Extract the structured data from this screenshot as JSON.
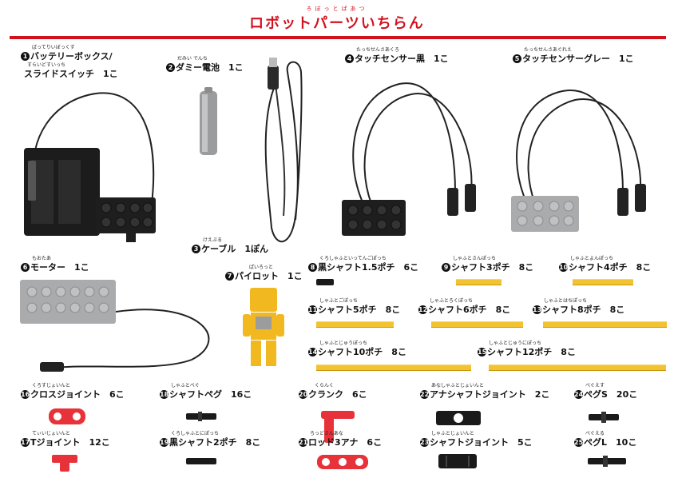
{
  "header": {
    "title_ruby": "ろぼっとぱあつ",
    "title": "ロボットパーツいちらん"
  },
  "colors": {
    "accent_red": "#d4121e",
    "shaft_yellow": "#f2c230",
    "lego_black": "#1e1e1e",
    "lego_gray": "#a9abad"
  },
  "parts": [
    {
      "num": "1",
      "ruby": "ばってりいぼっくす",
      "label": "バッテリーボックス/",
      "ruby2": "すらいどすいっち",
      "label2": "スライドスイッチ　1こ"
    },
    {
      "num": "2",
      "ruby": "だみい でんち",
      "label": "ダミー電池　1こ"
    },
    {
      "num": "3",
      "ruby": "けえぶる",
      "label": "ケーブル　1ぽん"
    },
    {
      "num": "4",
      "ruby": "たっちせんさあくろ",
      "label": "タッチセンサー黒　1こ"
    },
    {
      "num": "5",
      "ruby": "たっちせんさあぐれえ",
      "label": "タッチセンサーグレー　1こ"
    },
    {
      "num": "6",
      "ruby": "もおたあ",
      "label": "モーター　1こ"
    },
    {
      "num": "7",
      "ruby": "ぱいろっと",
      "label": "パイロット　1こ"
    },
    {
      "num": "8",
      "ruby": "くろしゃふといってんごぽっち",
      "label": "黒シャフト1.5ポチ　6こ"
    },
    {
      "num": "9",
      "ruby": "しゃふとさんぽっち",
      "label": "シャフト3ポチ　8こ"
    },
    {
      "num": "10",
      "ruby": "しゃふとよんぽっち",
      "label": "シャフト4ポチ　8こ"
    },
    {
      "num": "11",
      "ruby": "しゃふとごぽっち",
      "label": "シャフト5ポチ　8こ"
    },
    {
      "num": "12",
      "ruby": "しゃふとろくぽっち",
      "label": "シャフト6ポチ　8こ"
    },
    {
      "num": "13",
      "ruby": "しゃふとはちぽっち",
      "label": "シャフト8ポチ　8こ"
    },
    {
      "num": "14",
      "ruby": "しゃふとじゅうぽっち",
      "label": "シャフト10ポチ　8こ"
    },
    {
      "num": "15",
      "ruby": "しゃふとじゅうにぽっち",
      "label": "シャフト12ポチ　8こ"
    },
    {
      "num": "16",
      "ruby": "くろすじょいんと",
      "label": "クロスジョイント　6こ"
    },
    {
      "num": "17",
      "ruby": "てぃいじょいんと",
      "label": "Tジョイント　12こ"
    },
    {
      "num": "18",
      "ruby": "しゃふとぺぐ",
      "label": "シャフトペグ　16こ"
    },
    {
      "num": "19",
      "ruby": "くろしゃふとにぽっち",
      "label": "黒シャフト2ポチ　8こ"
    },
    {
      "num": "20",
      "ruby": "くらんく",
      "label": "クランク　6こ"
    },
    {
      "num": "21",
      "ruby": "ろっどさんあな",
      "label": "ロッド3アナ　6こ"
    },
    {
      "num": "22",
      "ruby": "あなしゃふとじょいんと",
      "label": "アナシャフトジョイント　2こ"
    },
    {
      "num": "23",
      "ruby": "しゃふとじょいんと",
      "label": "シャフトジョイント　5こ"
    },
    {
      "num": "24",
      "ruby": "ぺぐえす",
      "label": "ペグS　20こ"
    },
    {
      "num": "25",
      "ruby": "ぺぐえる",
      "label": "ペグL　10こ"
    }
  ]
}
